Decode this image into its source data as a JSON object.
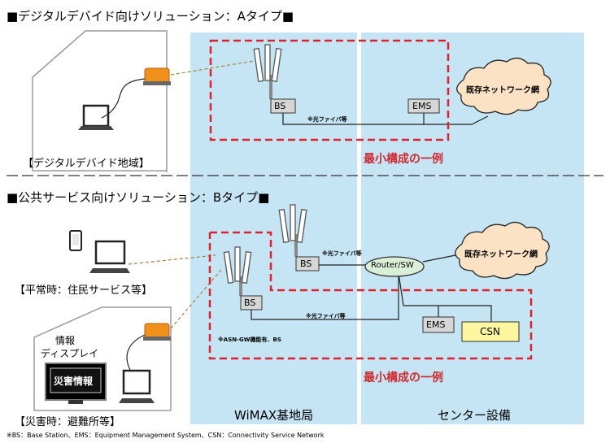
{
  "colors": {
    "band": "#c5e5f4",
    "dashed_red": "#e0202a",
    "router": "#daf0d6",
    "csn": "#fff7a0",
    "antenna": "#f0901a",
    "cloud": "#fce2c4"
  },
  "section_a": {
    "title": "■デジタルデバイド向けソリューション：Aタイプ■",
    "area_label": "【デジタルデバイド地域】",
    "bs": "BS",
    "ems": "EMS",
    "fiber": "※光ファイバ等",
    "cloud": "既存ネットワーク網",
    "min_config": "最小構成の一例"
  },
  "section_b": {
    "title": "■公共サービス向けソリューション：Bタイプ■",
    "normal_label": "【平常時：住民サービス等】",
    "info_display_line1": "情報",
    "info_display_line2": "ディスプレイ",
    "disaster_info": "災害情報",
    "disaster_label": "【災害時：避難所等】",
    "bs_upper": "BS",
    "bs_lower": "BS",
    "fiber_upper": "※光ファイバ等",
    "fiber_lower": "※光ファイバ等",
    "router": "Router/SW",
    "cloud": "既存ネットワーク網",
    "ems": "EMS",
    "csn": "CSN",
    "asn_note": "※ASN-GW機能有、BS",
    "min_config": "最小構成の一例"
  },
  "columns": {
    "wimax": "WiMAX基地局",
    "center": "センター設備"
  },
  "footnote": "※BS：Base Station、EMS：Equipment Management System、CSN：Connectivity Service Network"
}
